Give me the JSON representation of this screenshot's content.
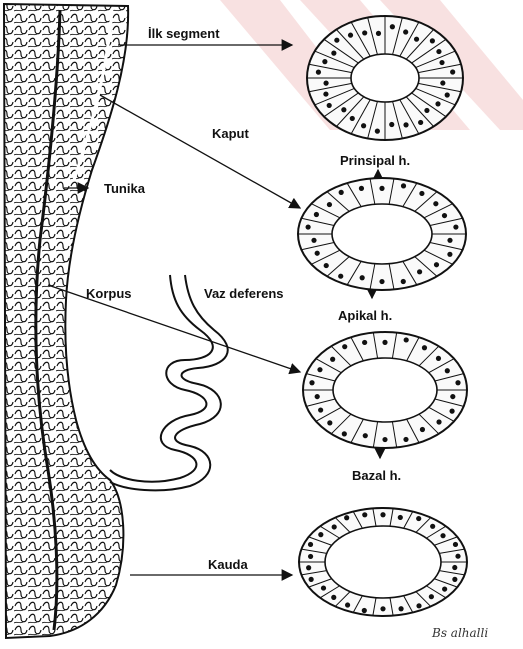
{
  "labels": {
    "ilk_segment": "İlk segment",
    "kaput": "Kaput",
    "tunika": "Tunika",
    "prinsipal": "Prinsipal h.",
    "korpus": "Korpus",
    "vaz_deferens": "Vaz deferens",
    "apikal": "Apikal h.",
    "bazal": "Bazal h.",
    "kauda": "Kauda"
  },
  "signature": "Bs alhalli",
  "colors": {
    "ink": "#111111",
    "watermark": "#f3c9c9",
    "background": "#ffffff"
  }
}
